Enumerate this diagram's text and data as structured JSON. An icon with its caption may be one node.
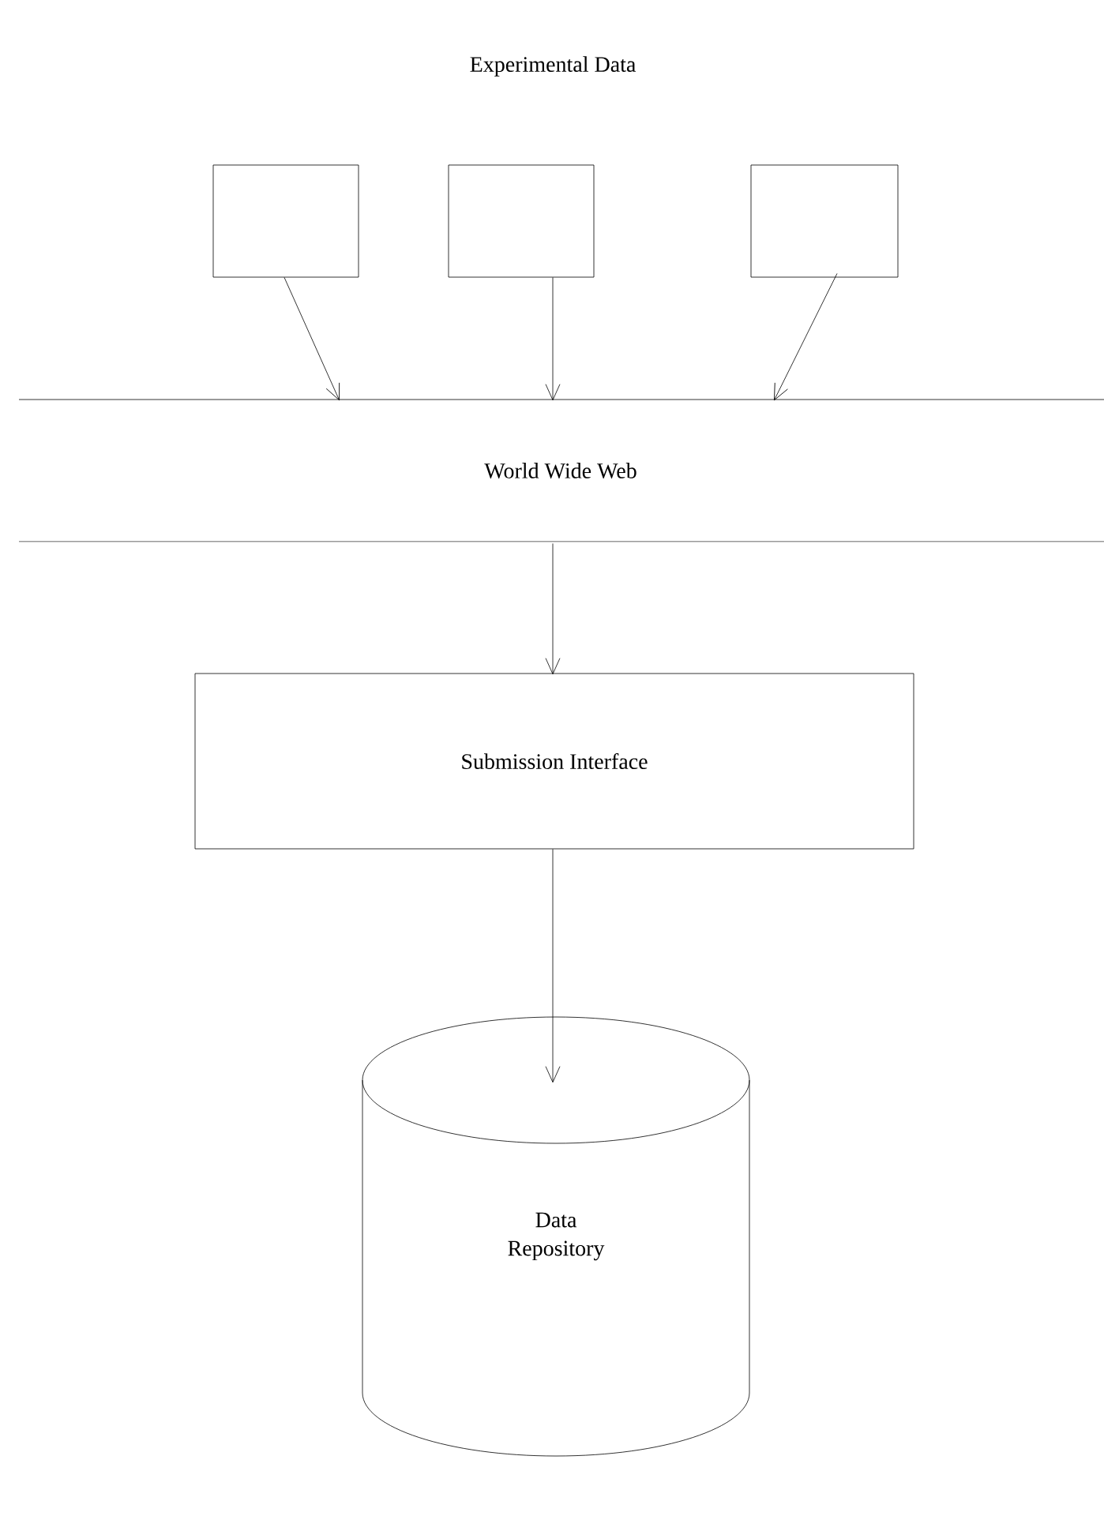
{
  "diagram": {
    "title": "Experimental Data",
    "nodes": [
      {
        "text": [],
        "shape": "box"
      },
      {
        "text": [],
        "shape": "box"
      },
      {
        "text": [],
        "shape": "box"
      },
      {
        "text": [
          "World Wide Web"
        ]
      },
      {
        "text": [
          "Submission Interface"
        ]
      },
      {
        "text": [
          "Data Repository"
        ]
      }
    ],
    "edges": [
      {
        "from": 0,
        "to": 3,
        "arrow": "to"
      },
      {
        "from": 1,
        "to": 3,
        "arrow": "to"
      },
      {
        "from": 2,
        "to": 3,
        "arrow": "to"
      },
      {
        "from": 3,
        "to": 4,
        "arrow": "to"
      },
      {
        "from": 4,
        "to": 5,
        "arrow": "to"
      }
    ]
  }
}
